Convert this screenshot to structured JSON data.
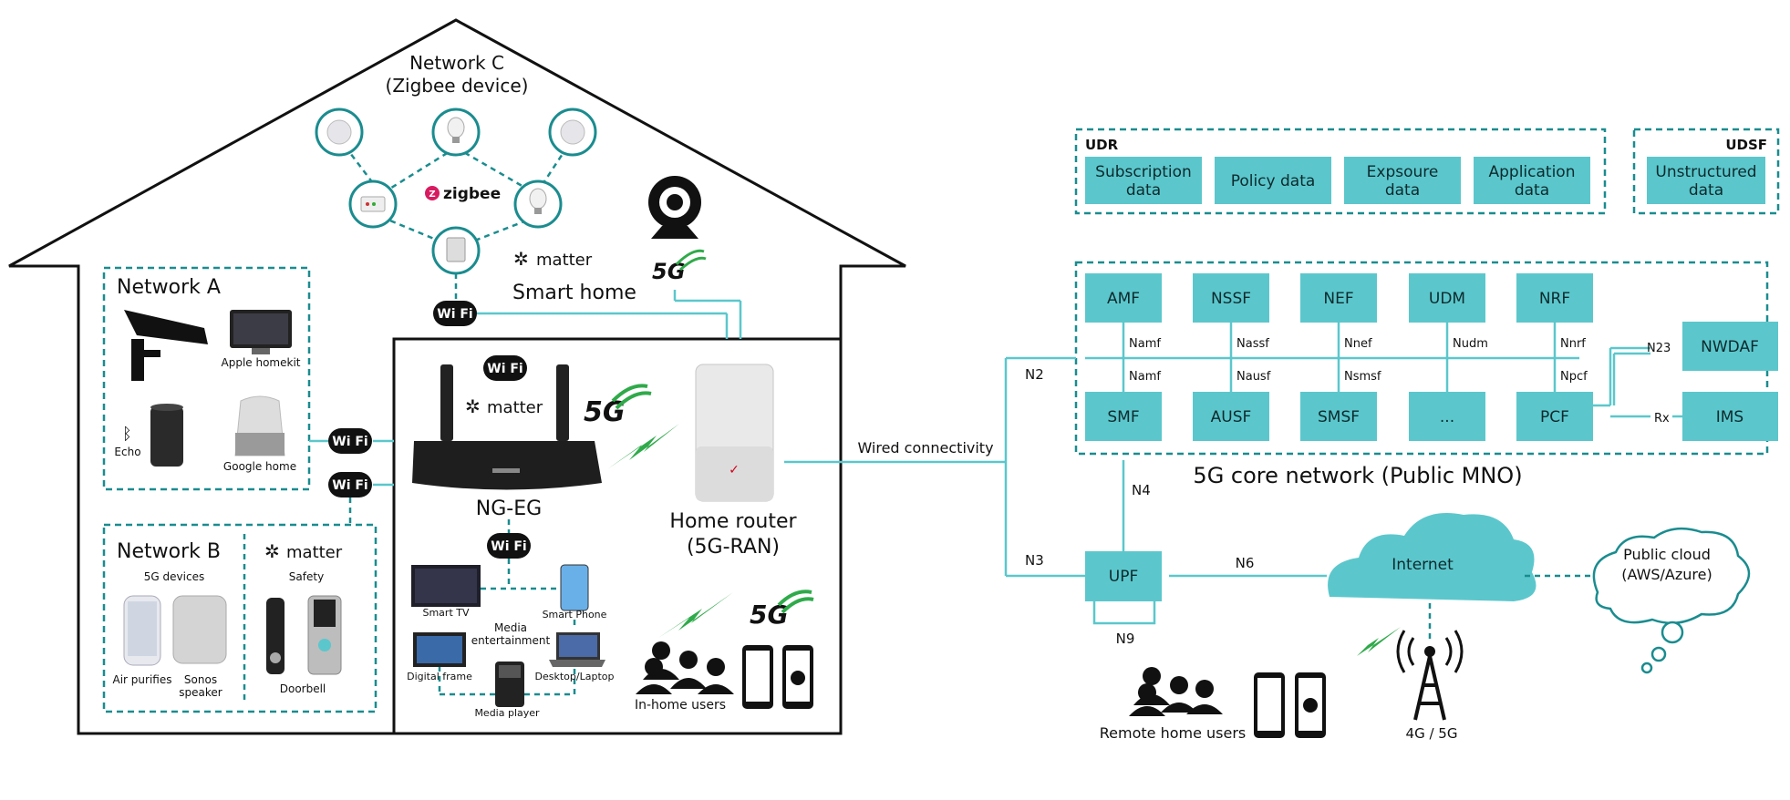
{
  "house": {
    "network_c": {
      "title": "Network C",
      "subtitle": "(Zigbee device)",
      "zigbee": "zigbee"
    },
    "smart_home": "Smart home",
    "matter": "matter",
    "wifi": "Wi Fi",
    "five_g": "5G",
    "network_a": {
      "title": "Network A",
      "apple_homekit": "Apple homekit",
      "echo": "Echo",
      "google_home": "Google home"
    },
    "network_b": {
      "title": "Network B",
      "five_g_devices": "5G devices",
      "safety": "Safety",
      "air_purifies": "Air purifies",
      "sonos_1": "Sonos",
      "sonos_2": "speaker",
      "doorbell": "Doorbell"
    },
    "ng_eg": "NG-EG",
    "home_router_1": "Home router",
    "home_router_2": "(5G-RAN)",
    "media": {
      "smart_tv": "Smart TV",
      "smart_phone": "Smart Phone",
      "media_1": "Media",
      "media_2": "entertainment",
      "digital_frame": "Digital frame",
      "desktop_laptop": "Desktop/Laptop",
      "media_player": "Media player"
    },
    "in_home_users": "In-home users"
  },
  "core": {
    "udr_label": "UDR",
    "udsf_label": "UDSF",
    "udr_items": [
      [
        "Subscription",
        "data"
      ],
      [
        "Policy data",
        ""
      ],
      [
        "Expsoure",
        "data"
      ],
      [
        "Application",
        "data"
      ]
    ],
    "udsf_items": [
      [
        "Unstructured",
        "data"
      ]
    ],
    "top_nfs": [
      "AMF",
      "NSSF",
      "NEF",
      "UDM",
      "NRF"
    ],
    "bottom_nfs": [
      "SMF",
      "AUSF",
      "SMSF",
      "...",
      "PCF"
    ],
    "top_ifaces": [
      "Namf",
      "Nassf",
      "Nnef",
      "Nudm",
      "Nnrf"
    ],
    "bottom_ifaces": [
      "Namf",
      "Nausf",
      "Nsmsf",
      "",
      "Npcf"
    ],
    "nwdaf": "NWDAF",
    "ims": "IMS",
    "n23": "N23",
    "rx": "Rx",
    "title": "5G core network (Public MNO)",
    "n2": "N2",
    "n3": "N3",
    "n4": "N4",
    "n6": "N6",
    "n9": "N9",
    "upf": "UPF",
    "wired": "Wired connectivity",
    "internet": "Internet",
    "cloud_1": "Public cloud",
    "cloud_2": "(AWS/Azure)",
    "remote_users": "Remote home users",
    "tower": "4G / 5G"
  },
  "colors": {
    "teal": "#5bc7cc",
    "teal_dark": "#1a8c8f",
    "green": "#2faa4a"
  }
}
